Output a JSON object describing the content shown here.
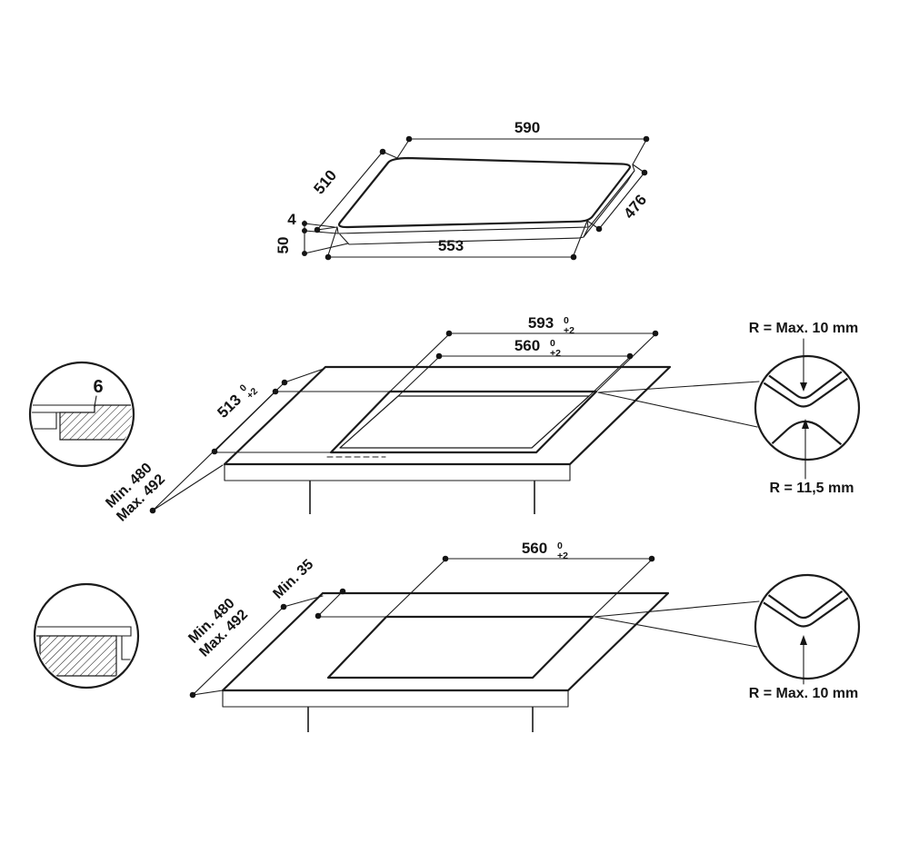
{
  "top_view": {
    "width_top": "590",
    "depth_left": "510",
    "depth_right": "476",
    "width_bottom": "553",
    "glass_thickness": "4",
    "total_height": "50"
  },
  "flush_mount": {
    "detail_number": "6",
    "outer_cutout_width": "593",
    "outer_cutout_width_tol_upper": "0",
    "outer_cutout_width_tol_lower": "+2",
    "inner_cutout_width": "560",
    "inner_cutout_width_tol_upper": "0",
    "inner_cutout_width_tol_lower": "+2",
    "cutout_depth": "513",
    "cutout_depth_tol_upper": "0",
    "cutout_depth_tol_lower": "+2",
    "rear_distance_min": "Min. 480",
    "rear_distance_max": "Max. 492",
    "corner_radius_top": "R = Max. 10 mm",
    "corner_radius_bottom": "R = 11,5 mm"
  },
  "overlay_mount": {
    "cutout_width": "560",
    "cutout_width_tol_upper": "0",
    "cutout_width_tol_lower": "+2",
    "rear_distance_min": "Min. 480",
    "rear_distance_max": "Max. 492",
    "front_distance": "Min. 35",
    "corner_radius": "R = Max. 10 mm"
  }
}
